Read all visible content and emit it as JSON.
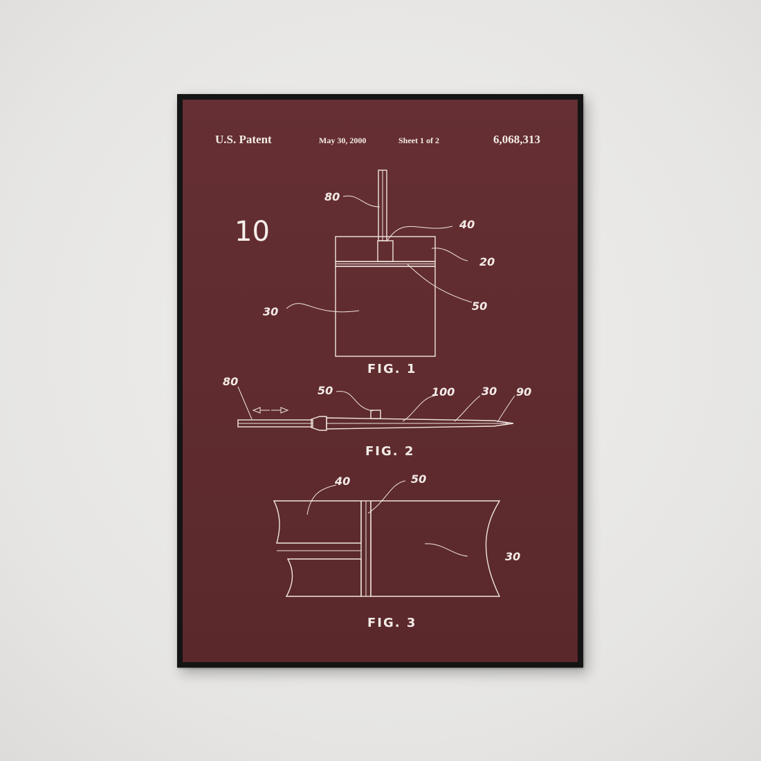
{
  "header": {
    "title": "U.S. Patent",
    "date": "May 30, 2000",
    "sheet": "Sheet 1 of 2",
    "patent_number": "6,068,313"
  },
  "drawing_number": "10",
  "figures": {
    "fig1": {
      "caption": "FIG. 1",
      "labels": {
        "l80": "80",
        "l40": "40",
        "l20": "20",
        "l50": "50",
        "l30": "30"
      }
    },
    "fig2": {
      "caption": "FIG. 2",
      "labels": {
        "l80": "80",
        "l50": "50",
        "l100": "100",
        "l30": "30",
        "l90": "90"
      }
    },
    "fig3": {
      "caption": "FIG. 3",
      "labels": {
        "l40": "40",
        "l50": "50",
        "l30": "30"
      }
    }
  },
  "colors": {
    "wall": "#ebeae8",
    "frame": "#141414",
    "poster": "#5f2b2e",
    "ink": "#f1e6e2"
  }
}
